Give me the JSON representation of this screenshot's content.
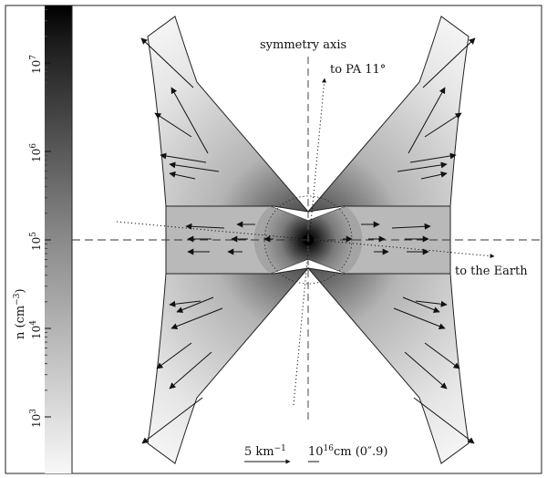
{
  "colorbar": {
    "label_main": "n (cm",
    "label_sup": "−3",
    "label_close": ")",
    "ticks": [
      {
        "base": "10",
        "exp": "3",
        "value": 1000
      },
      {
        "base": "10",
        "exp": "4",
        "value": 10000
      },
      {
        "base": "10",
        "exp": "5",
        "value": 100000
      },
      {
        "base": "10",
        "exp": "6",
        "value": 1000000
      },
      {
        "base": "10",
        "exp": "7",
        "value": 10000000
      }
    ]
  },
  "labels": {
    "symmetry_axis": "symmetry axis",
    "to_pa": "to PA 11°",
    "to_earth": "to the Earth",
    "scale_velocity_base": "5 km",
    "scale_velocity_sup": "−1",
    "scale_length_base": "10",
    "scale_length_sup": "16",
    "scale_length_tail": "cm (0″.9)"
  },
  "colors": {
    "shade_dark": "#000000",
    "shade_light": "#f7f7f7",
    "line": "#222222"
  }
}
